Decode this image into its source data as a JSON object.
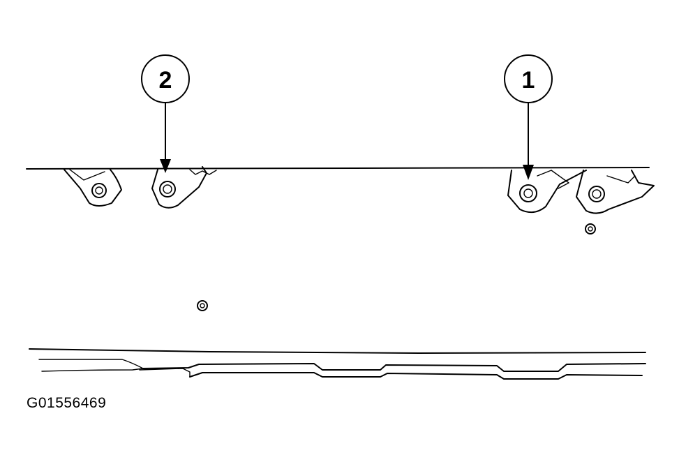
{
  "figure_id": "G01556469",
  "callouts": [
    {
      "number": "2"
    },
    {
      "number": "1"
    }
  ]
}
